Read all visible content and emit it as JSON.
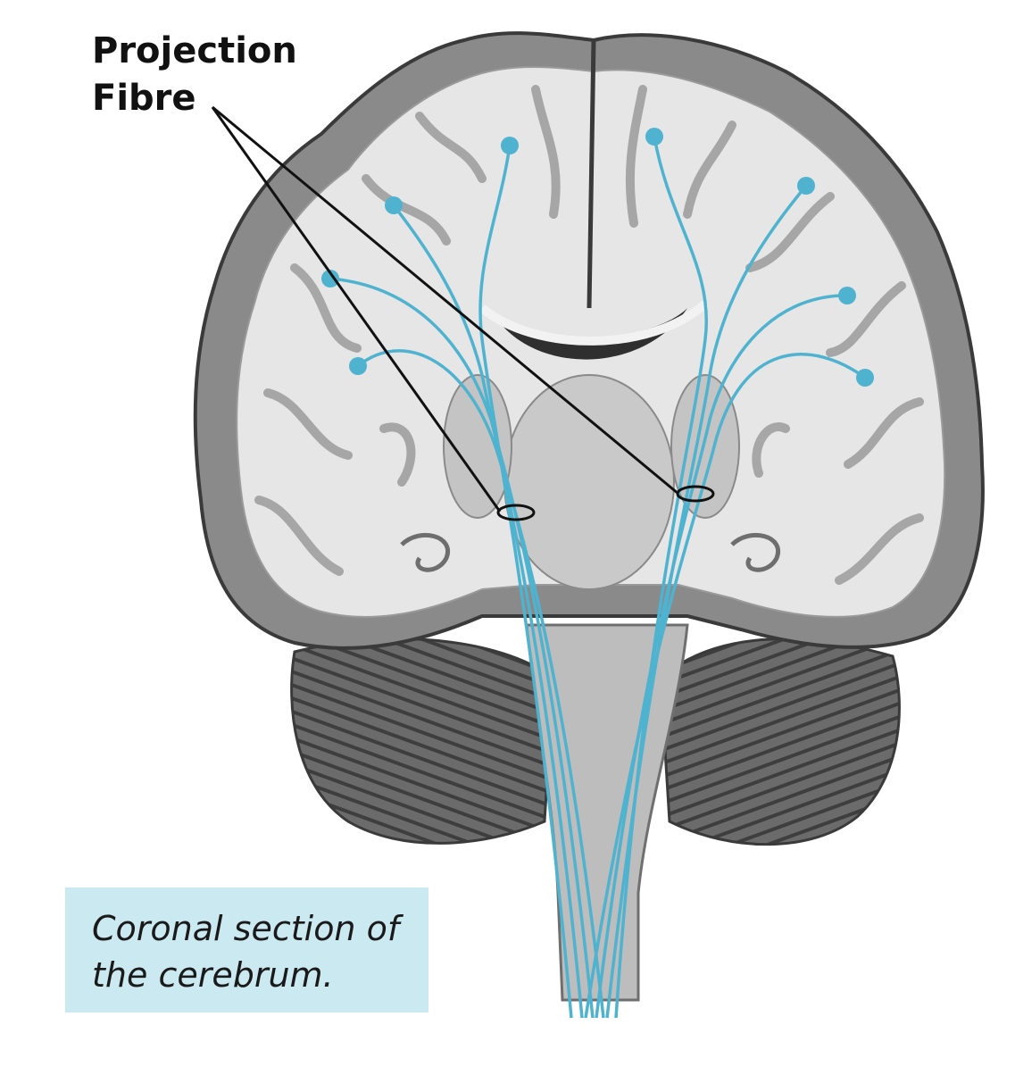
{
  "label": {
    "line1": "Projection",
    "line2": "Fibre"
  },
  "caption": {
    "line1": "Coronal section of",
    "line2": "the cerebrum."
  },
  "colors": {
    "fibre": "#4fb3cf",
    "leader": "#111111",
    "caption_bg": "#cbe9f0",
    "cortex": "#8a8a8a",
    "white_matter": "#e9e9e9",
    "cerebellum": "#5c5c5c"
  }
}
